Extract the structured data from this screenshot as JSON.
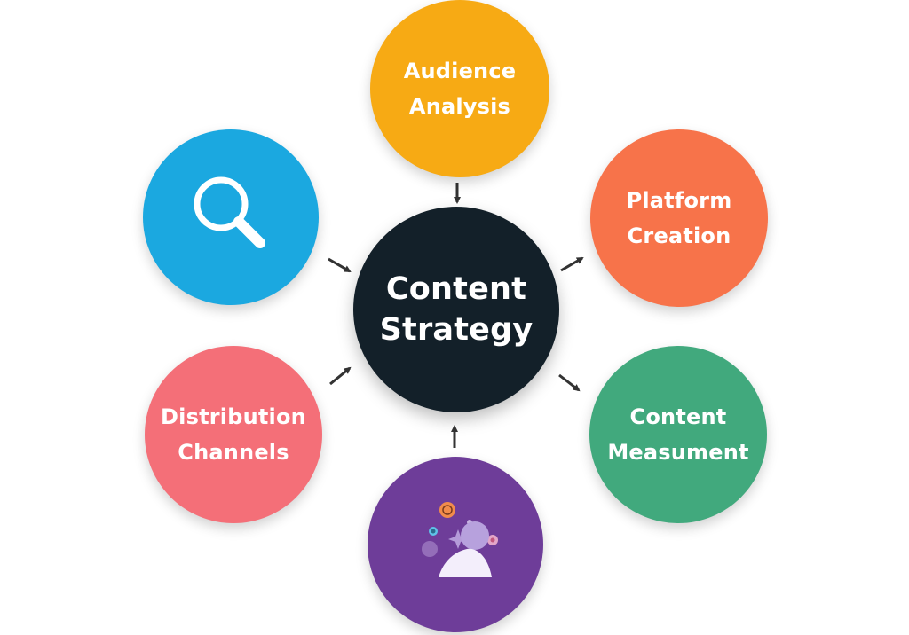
{
  "diagram": {
    "center": {
      "label": "Content\nStrategy",
      "color": "#132029"
    },
    "nodes": {
      "audience": {
        "label": "Audience\nAnalysis",
        "color": "#F7AA14"
      },
      "platform": {
        "label": "Platform\nCreation",
        "color": "#F7734A"
      },
      "measurement": {
        "label": "Content\nMeasument",
        "color": "#41A97D"
      },
      "engagement": {
        "label": "",
        "color": "#6E3D99",
        "icon": "community-engagement-icon"
      },
      "distribution": {
        "label": "Distribution\nChannels",
        "color": "#F46F78"
      },
      "research": {
        "label": "",
        "color": "#1BA8E0",
        "icon": "search-icon"
      }
    },
    "arrow_color": "#333333"
  }
}
